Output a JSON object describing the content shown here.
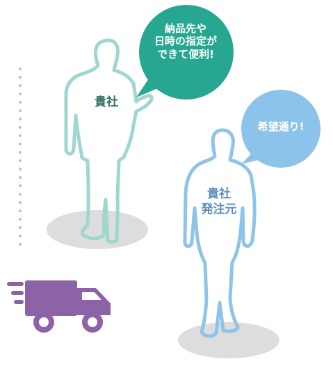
{
  "colors": {
    "teal_outline": "#9fd7d0",
    "teal_bubble": "#27a791",
    "blue_outline": "#8fc3e8",
    "blue_bubble": "#8cc3ea",
    "shadow": "#dddddd",
    "truck": "#8d63a8",
    "dots": "#bfbfbf"
  },
  "left_bubble": {
    "lines": [
      "納品先や",
      "日時の指定が",
      "できて便利!"
    ]
  },
  "right_bubble": {
    "text": "希望通り!"
  },
  "left_person": {
    "label": "貴社"
  },
  "right_person": {
    "label_lines": [
      "貴社",
      "発注元"
    ]
  },
  "icons": {
    "truck": "delivery-truck-icon"
  }
}
